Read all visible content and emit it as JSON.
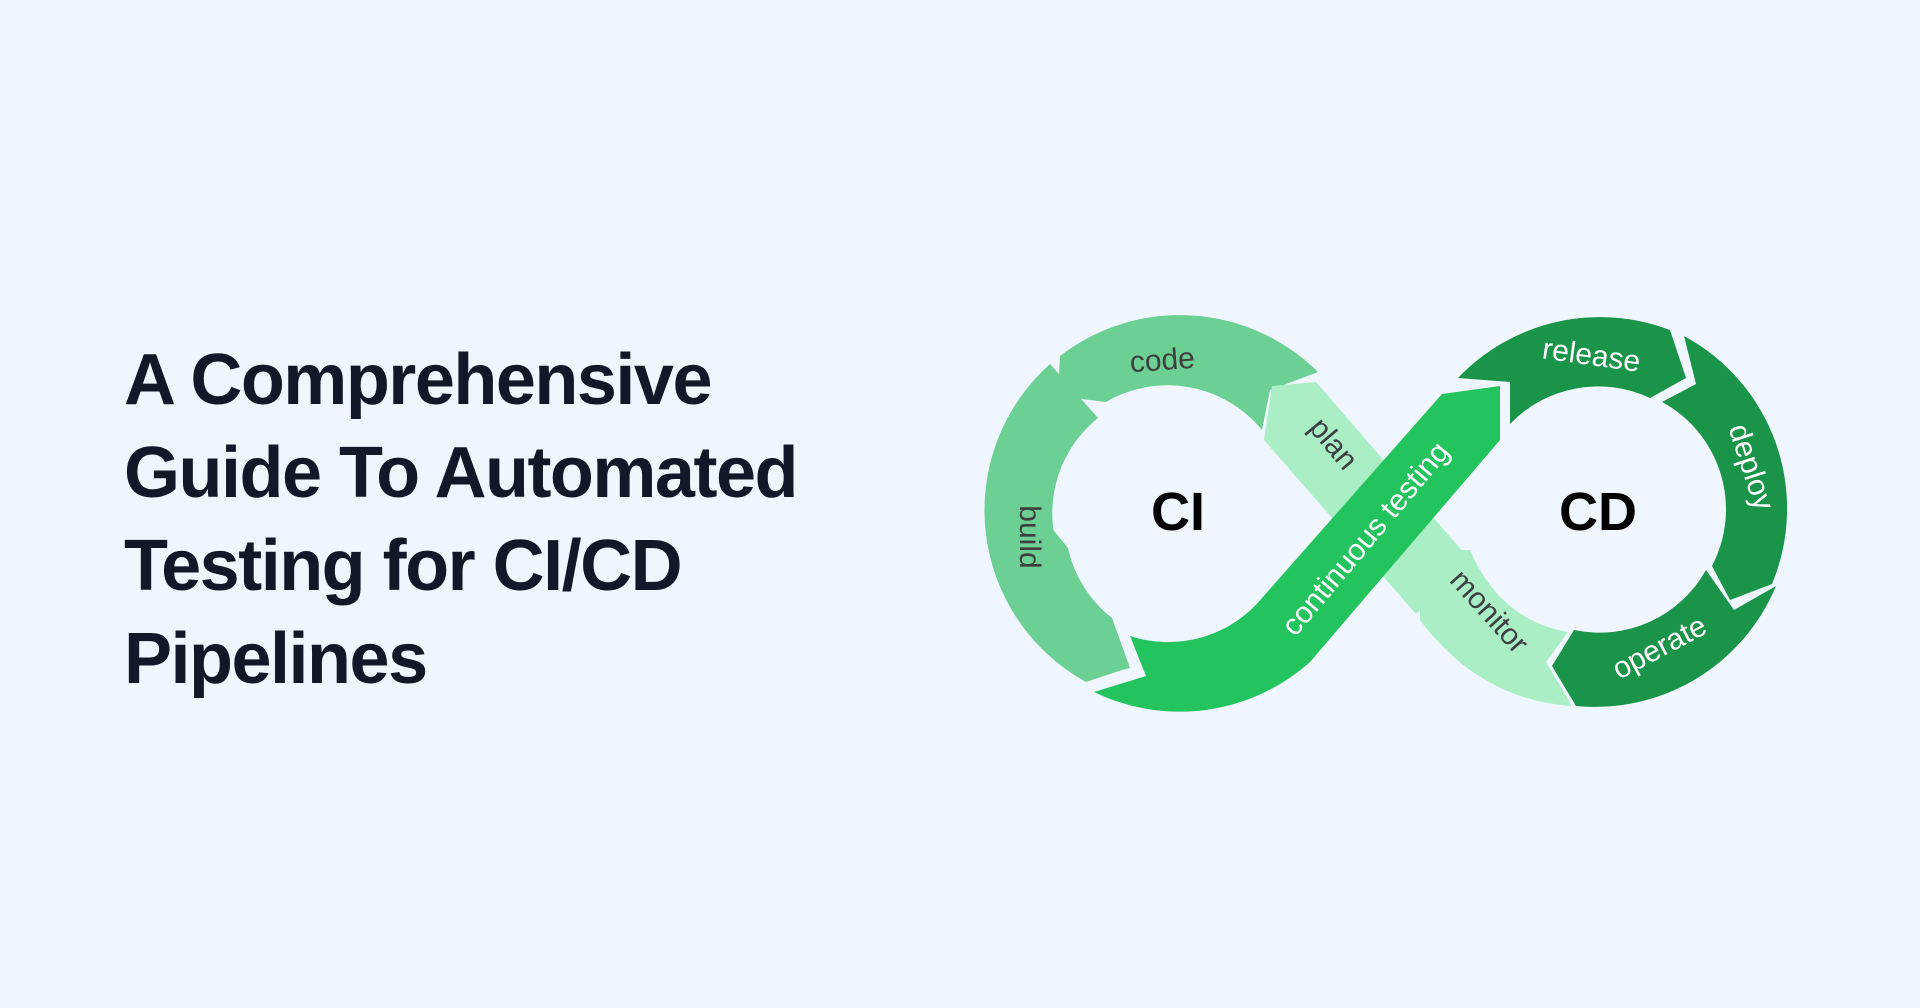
{
  "title": {
    "lines": [
      "A Comprehensive",
      "Guide To Automated",
      "Testing for CI/CD",
      "Pipelines"
    ]
  },
  "diagram": {
    "ci_label": "CI",
    "cd_label": "CD",
    "stages": {
      "code": "code",
      "build": "build",
      "plan": "plan",
      "continuous_testing": "continuous testing",
      "release": "release",
      "deploy": "deploy",
      "operate": "operate",
      "monitor": "monitor"
    },
    "colors": {
      "background": "#f0f6fd",
      "ci_light": "#6ccf93",
      "crossing_pale": "#aaeec6",
      "testing_green": "#23c45e",
      "cd_dark": "#1a9448",
      "dark_text": "#3f3f3f",
      "white_text": "#ffffff"
    }
  }
}
